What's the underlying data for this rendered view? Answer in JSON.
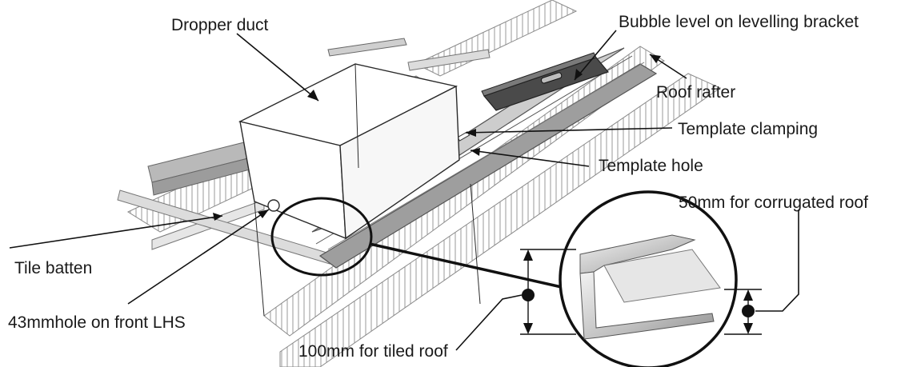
{
  "labels": {
    "dropper_duct": "Dropper duct",
    "bubble_level": "Bubble level on levelling bracket",
    "roof_rafter": "Roof rafter",
    "template_clamping": "Template clamping",
    "template_hole": "Template hole",
    "corrugated": "50mm for corrugated roof",
    "tile_batten": "Tile batten",
    "hole_43mm": "43mmhole on front LHS",
    "tiled_roof": "100mm for tiled roof"
  },
  "colors": {
    "ink": "#1a1a1a",
    "line": "#2a2a2a",
    "light_gray": "#d7d7d7",
    "mid_gray": "#a9a9a9",
    "dark_gray": "#555555",
    "level_body": "#4a4a4a"
  }
}
